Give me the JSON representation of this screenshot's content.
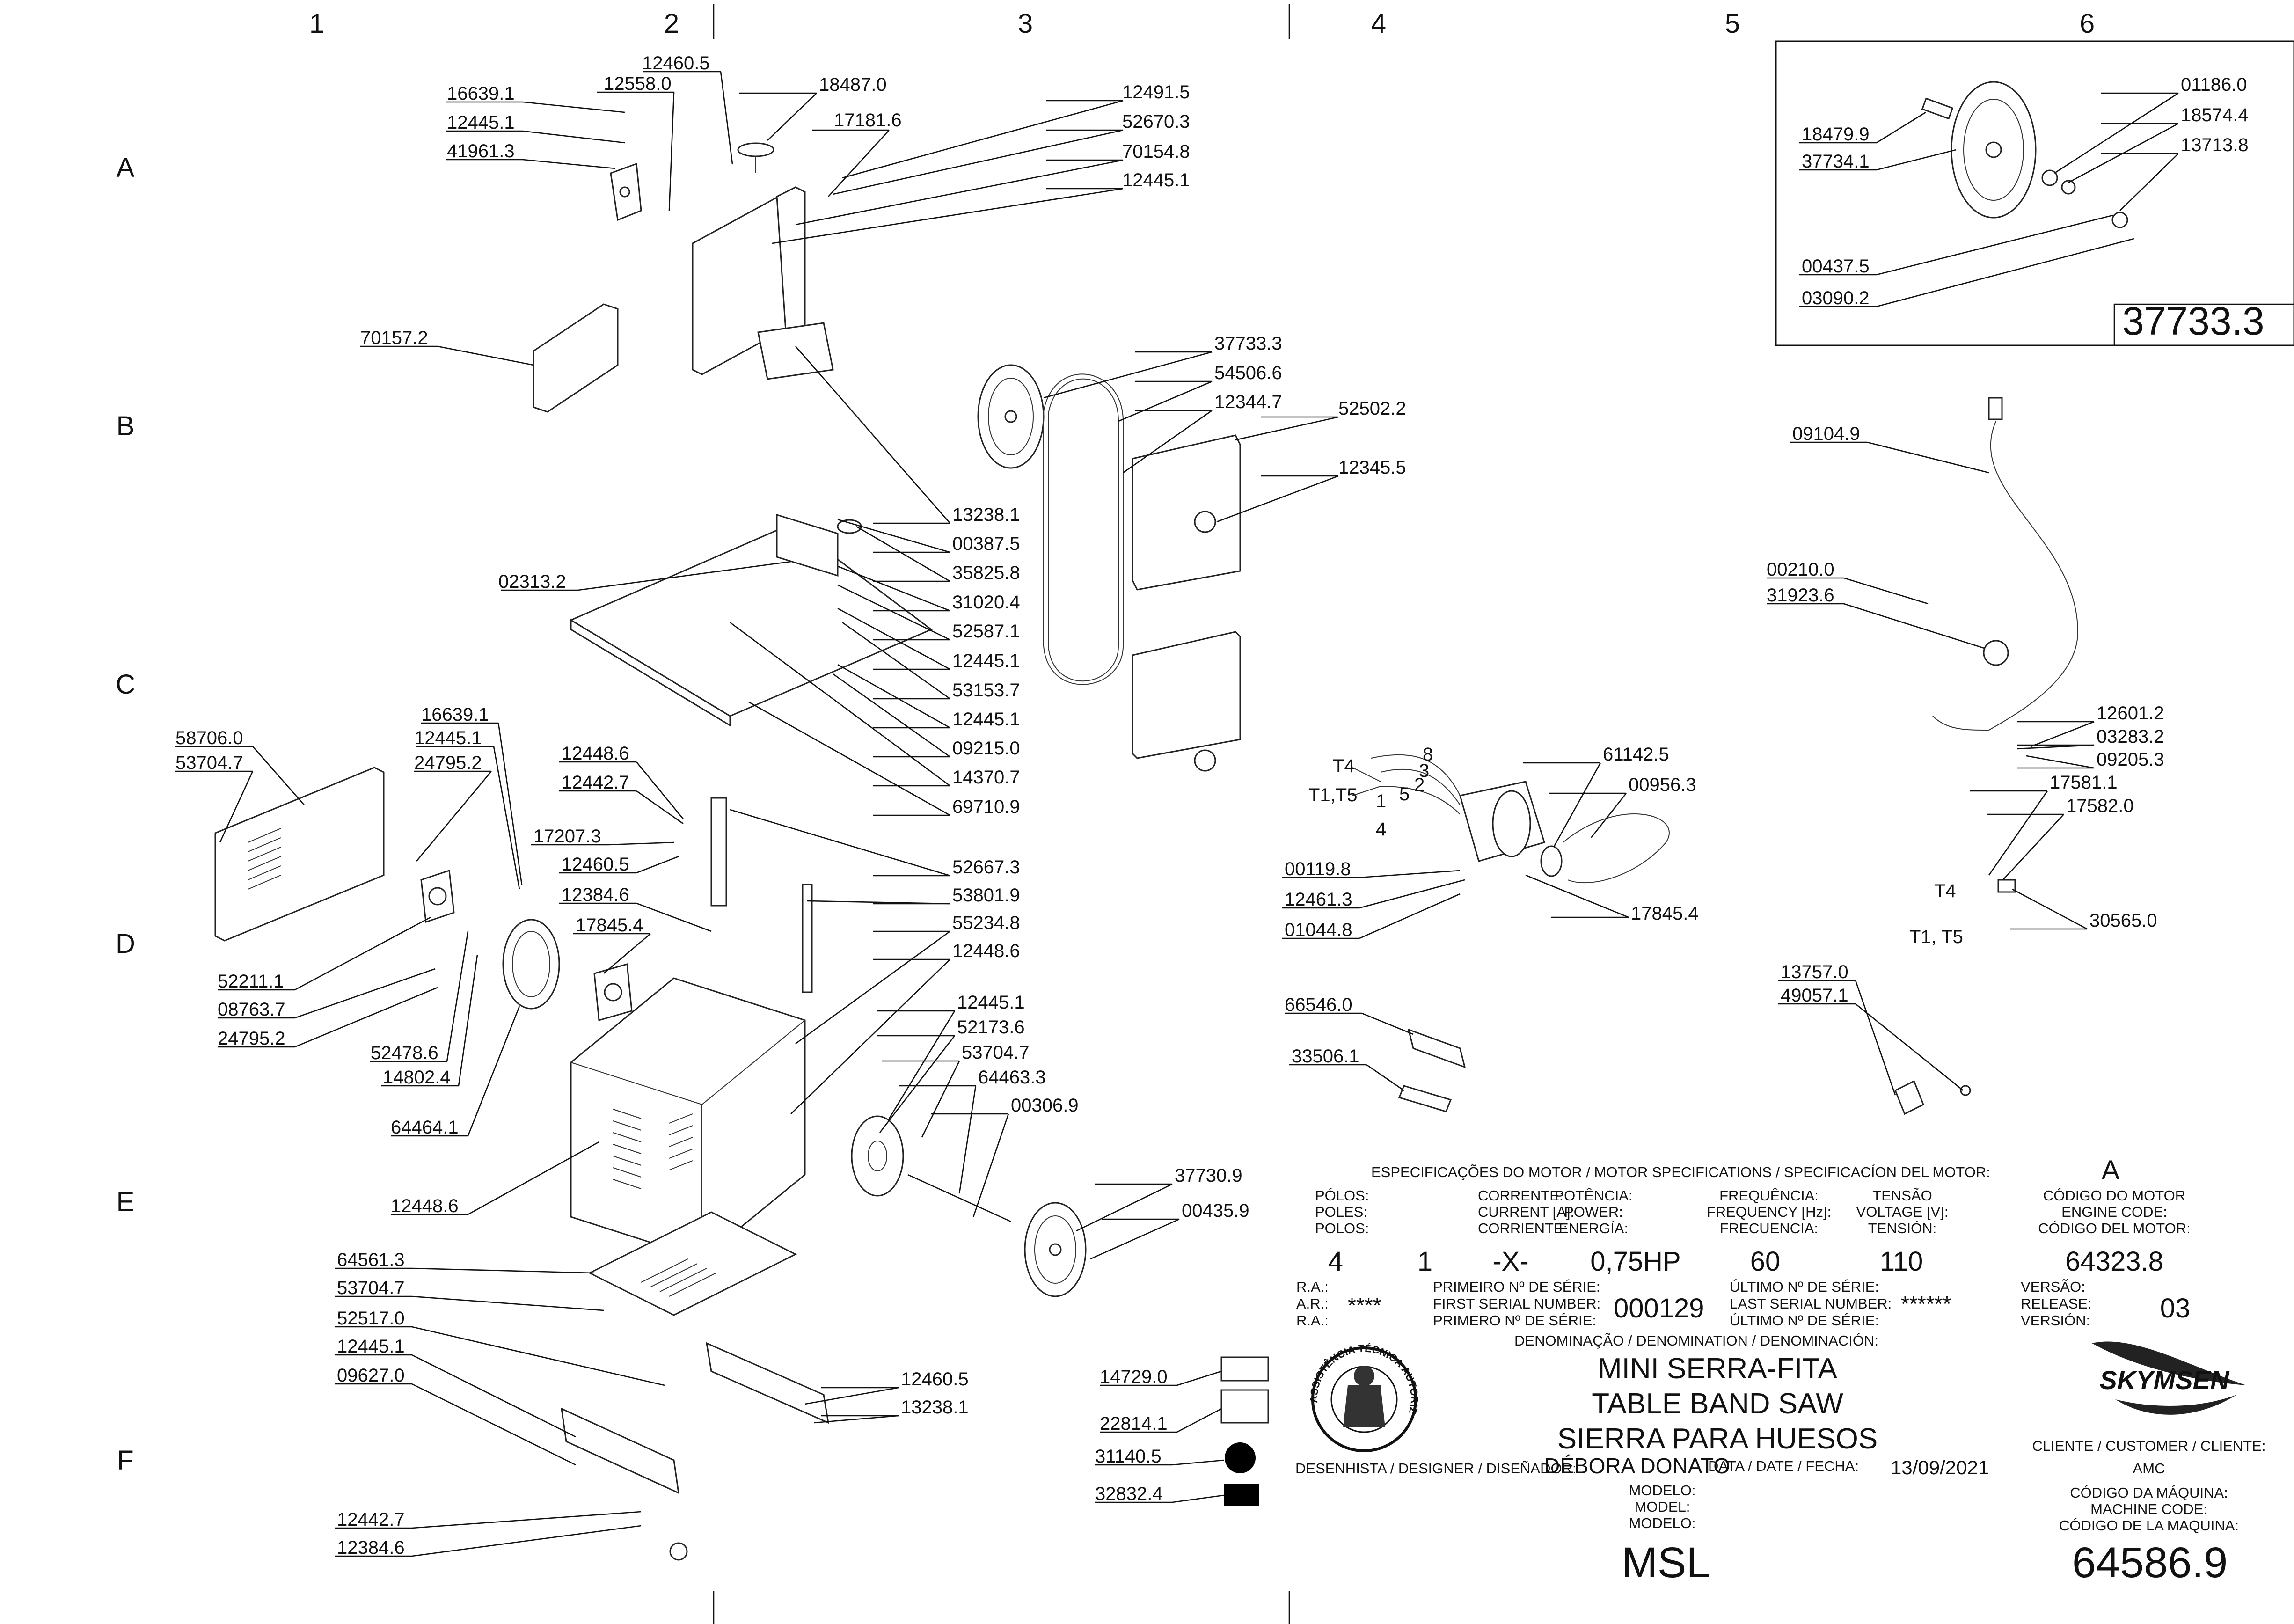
{
  "grid": {
    "columns": [
      "1",
      "2",
      "3",
      "4",
      "5",
      "6"
    ],
    "rows": [
      "A",
      "B",
      "C",
      "D",
      "E",
      "F"
    ]
  },
  "parts": [
    "12460.5",
    "12558.0",
    "18487.0",
    "12491.5",
    "16639.1",
    "12445.1",
    "41961.3",
    "17181.6",
    "52670.3",
    "70154.8",
    "12445.1",
    "70157.2",
    "37733.3",
    "54506.6",
    "12344.7",
    "52502.2",
    "12345.5",
    "13238.1",
    "00387.5",
    "35825.8",
    "02313.2",
    "31020.4",
    "52587.1",
    "12445.1",
    "53153.7",
    "12445.1",
    "09215.0",
    "14370.7",
    "69710.9",
    "16639.1",
    "12445.1",
    "24795.2",
    "58706.0",
    "53704.7",
    "12448.6",
    "12442.7",
    "17207.3",
    "12460.5",
    "12384.6",
    "17845.4",
    "52667.3",
    "53801.9",
    "55234.8",
    "12448.6",
    "52211.1",
    "08763.7",
    "24795.2",
    "52478.6",
    "14802.4",
    "64464.1",
    "12445.1",
    "52173.6",
    "53704.7",
    "64463.3",
    "00306.9",
    "12448.6",
    "37730.9",
    "00435.9",
    "64561.3",
    "53704.7",
    "52517.0",
    "12445.1",
    "09627.0",
    "12460.5",
    "13238.1",
    "12442.7",
    "12384.6",
    "14729.0",
    "22814.1",
    "31140.5",
    "32832.4",
    "61142.5",
    "00956.3",
    "00119.8",
    "12461.3",
    "01044.8",
    "17845.4",
    "66546.0",
    "33506.1",
    "18479.9",
    "37734.1",
    "01186.0",
    "18574.4",
    "13713.8",
    "00437.5",
    "03090.2",
    "09104.9",
    "00210.0",
    "31923.6",
    "12601.2",
    "03283.2",
    "09205.3",
    "17581.1",
    "17582.0",
    "30565.0",
    "13757.0",
    "49057.1"
  ],
  "detail_box_code": "37733.3",
  "motor_wiring": {
    "left_labels": [
      "T4",
      "T1,T5"
    ],
    "terminal_numbers": [
      "8",
      "3",
      "2",
      "5",
      "1",
      "4"
    ],
    "switch_labels": [
      "T4",
      "T1, T5"
    ]
  },
  "title_block": {
    "motor_spec_heading": "ESPECIFICAÇÕES DO MOTOR / MOTOR SPECIFICATIONS / SPECIFICACÍON DEL MOTOR:",
    "motor_spec_grade": "A",
    "headers": {
      "poles": [
        "PÓLOS:",
        "POLES:",
        "POLOS:"
      ],
      "current": [
        "CORRENTE:",
        "CURRENT [A]:",
        "CORRIENTE:"
      ],
      "power": [
        "POTÊNCIA:",
        "POWER:",
        "ENERGÍA:"
      ],
      "frequency": [
        "FREQUÊNCIA:",
        "FREQUENCY [Hz]:",
        "FRECUENCIA:"
      ],
      "voltage": [
        "TENSÃO",
        "VOLTAGE [V]:",
        "TENSIÓN:"
      ],
      "motor_code": [
        "CÓDIGO DO MOTOR",
        "ENGINE CODE:",
        "CÓDIGO DEL MOTOR:"
      ]
    },
    "values": {
      "poles": "4",
      "phases": "1",
      "current": "-X-",
      "power": "0,75HP",
      "frequency": "60",
      "voltage": "110",
      "motor_code": "64323.8"
    },
    "ra_labels": [
      "R.A.:",
      "A.R.:",
      "R.A.:"
    ],
    "ra_value": "****",
    "first_serial_labels": [
      "PRIMEIRO Nº DE SÉRIE:",
      "FIRST SERIAL NUMBER:",
      "PRIMERO Nº DE SÉRIE:"
    ],
    "first_serial": "000129",
    "last_serial_labels": [
      "ÚLTIMO Nº DE SÉRIE:",
      "LAST SERIAL NUMBER:",
      "ÚLTIMO Nº DE SÉRIE:"
    ],
    "last_serial": "******",
    "version_labels": [
      "VERSÃO:",
      "RELEASE:",
      "VERSIÓN:"
    ],
    "version": "03",
    "denomination_label": "DENOMINAÇÃO / DENOMINATION / DENOMINACIÓN:",
    "names": [
      "MINI SERRA-FITA",
      "TABLE BAND SAW",
      "SIERRA PARA HUESOS"
    ],
    "brand": "SKYMSEN",
    "seal_text": "ASSISTÊNCIA TÉCNICA AUTORIZADA",
    "designer_label": "DESENHISTA / DESIGNER / DISEÑADOR:",
    "designer": "DÉBORA DONATO",
    "date_label": "DATA / DATE / FECHA:",
    "date": "13/09/2021",
    "customer_label": "CLIENTE / CUSTOMER / CLIENTE:",
    "customer": "AMC",
    "model_labels": [
      "MODELO:",
      "MODEL:",
      "MODELO:"
    ],
    "model": "MSL",
    "machine_code_labels": [
      "CÓDIGO DA MÁQUINA:",
      "MACHINE CODE:",
      "CÓDIGO DE LA MAQUINA:"
    ],
    "machine_code": "64586.9"
  }
}
